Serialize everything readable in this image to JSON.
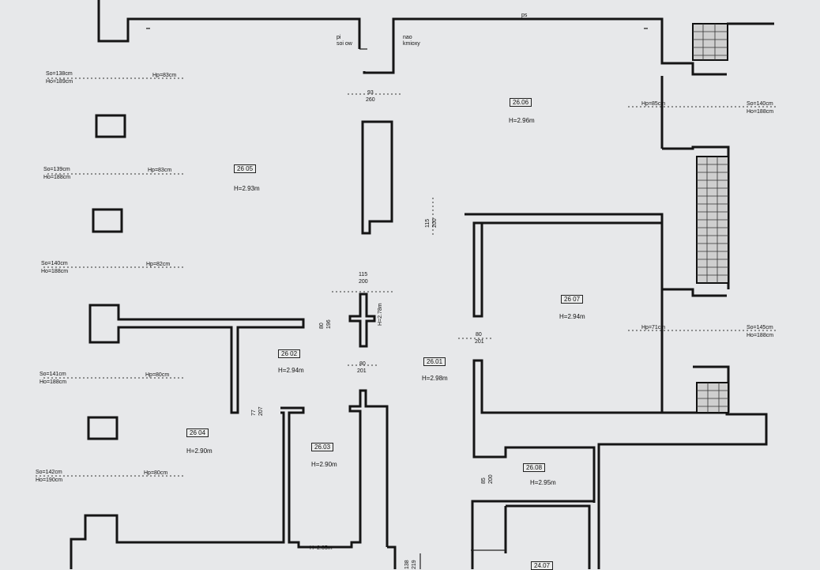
{
  "rooms": [
    {
      "id": "26 05",
      "height": "H=2.93m"
    },
    {
      "id": "26.06",
      "height": "H=2.96m"
    },
    {
      "id": "26 07",
      "height": "H=2.94m"
    },
    {
      "id": "26.01",
      "height": "H=2.98m"
    },
    {
      "id": "26 02",
      "height": "H=2.94m"
    },
    {
      "id": "26.03",
      "height": "H=2.90m"
    },
    {
      "id": "26 04",
      "height": "H=2.90m"
    },
    {
      "id": "26.08",
      "height": "H=2.95m"
    },
    {
      "id": "24.07",
      "height": ""
    }
  ],
  "windows": [
    {
      "so": "So=138cm",
      "ho": "Ho=189cm",
      "hp": "Hp=83cm"
    },
    {
      "so": "So=139cm",
      "ho": "Ho=188cm",
      "hp": "Hp=83cm"
    },
    {
      "so": "So=140cm",
      "ho": "Ho=188cm",
      "hp": "Hp=82cm"
    },
    {
      "so": "So=141cm",
      "ho": "Ho=188cm",
      "hp": "Hp=80cm"
    },
    {
      "so": "So=142cm",
      "ho": "Ho=190cm",
      "hp": "Hp=80cm"
    },
    {
      "so": "So=140cm",
      "ho": "Ho=188cm",
      "hp": "Hp=85cm"
    },
    {
      "so": "So=145cm",
      "ho": "Ho=188cm",
      "hp": "Hp=71cm"
    }
  ],
  "openings": [
    {
      "top": "93",
      "bottom": "260"
    },
    {
      "top": "115",
      "bottom": "200"
    },
    {
      "top": "80",
      "bottom": "201"
    },
    {
      "top": "80",
      "bottom": "201"
    },
    {
      "top": "115",
      "bottom": "200"
    },
    {
      "top": "80",
      "bottom": "196"
    },
    {
      "top": "77",
      "bottom": "207"
    },
    {
      "top": "85",
      "bottom": "200"
    },
    {
      "top": "138",
      "bottom": "219"
    }
  ],
  "misc": {
    "stair_label": "H=2.78m",
    "bottom_height": "H=2.05m",
    "top_left_note": "pi\nsoi ow",
    "top_mid_note": "nao\nkmioxy",
    "top_right_note": "ps"
  }
}
